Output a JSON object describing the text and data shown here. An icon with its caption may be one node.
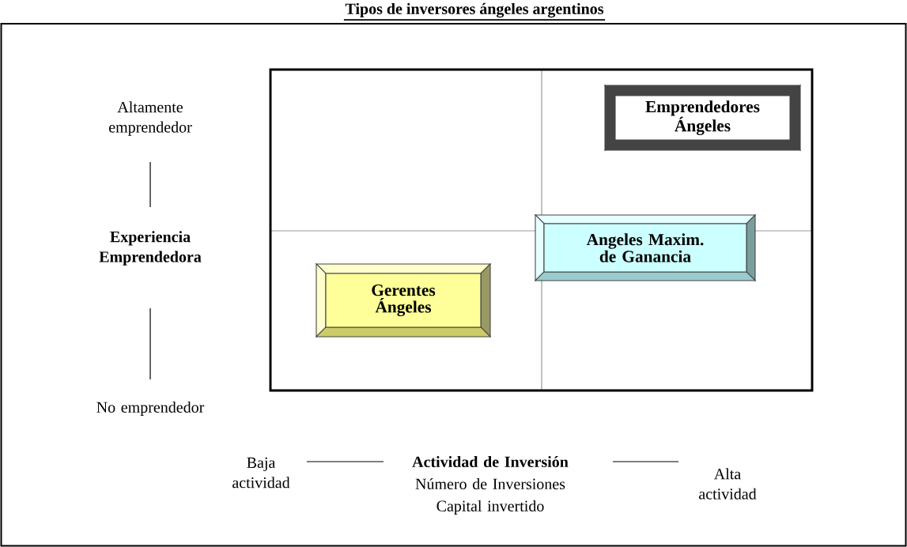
{
  "diagram": {
    "title": "Tipos de inversores ángeles argentinos",
    "nodes": [
      {
        "text": [
          "Emprendedores Ángeles"
        ]
      },
      {
        "text": [
          "Angeles Maxim. de Ganancia"
        ]
      },
      {
        "text": [
          "Gerentes Ángeles"
        ]
      }
    ],
    "labels": [
      "Altamente emprendedor",
      "Experiencia Emprendedora",
      "No emprendedor",
      "Baja actividad",
      "Actividad de Inversión",
      "Número de Inversiones",
      "Capital invertido",
      "Alta actividad"
    ]
  }
}
